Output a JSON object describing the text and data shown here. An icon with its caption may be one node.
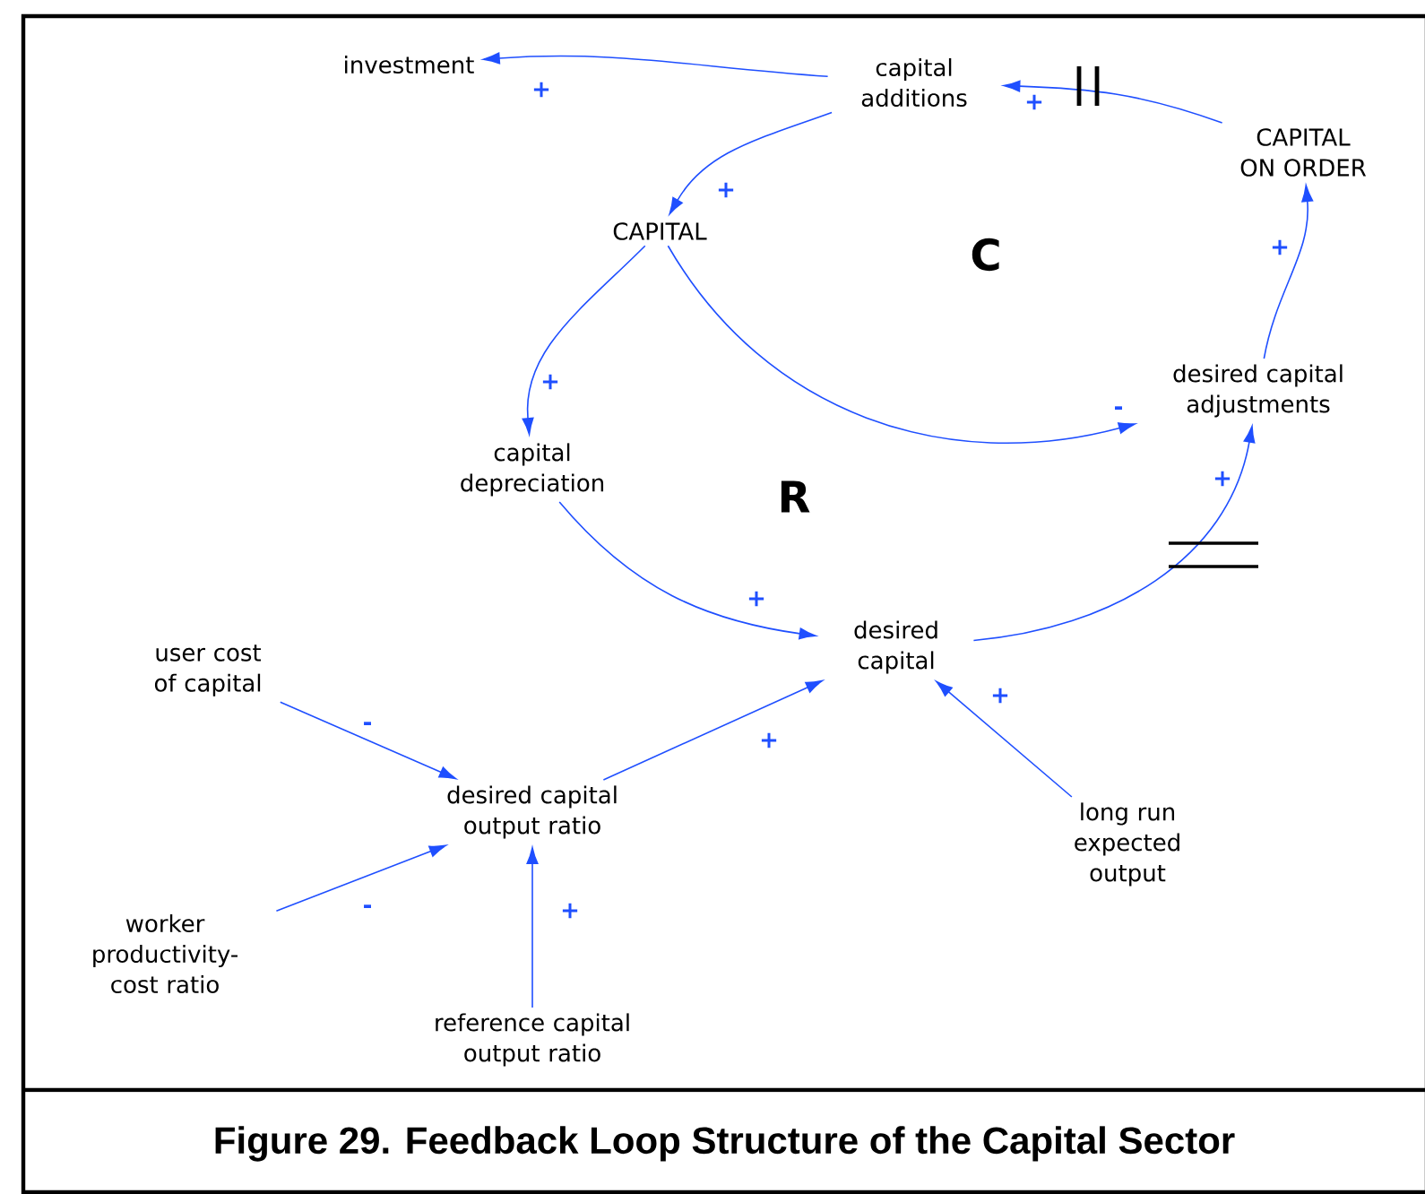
{
  "diagram": {
    "caption": "Figure 29.  Feedback Loop Structure of the Capital Sector",
    "nodes": [
      {
        "text": [
          "investment"
        ]
      },
      {
        "text": [
          "capital additions"
        ]
      },
      {
        "text": [
          "CAPITAL ON ORDER"
        ]
      },
      {
        "text": [
          "CAPITAL"
        ]
      },
      {
        "text": [
          "desired capital adjustments"
        ]
      },
      {
        "text": [
          "capital depreciation"
        ]
      },
      {
        "text": [
          "desired capital"
        ]
      },
      {
        "text": [
          "user cost of capital"
        ]
      },
      {
        "text": [
          "desired capital output ratio"
        ]
      },
      {
        "text": [
          "worker productivity-cost ratio"
        ]
      },
      {
        "text": [
          "long run expected output"
        ]
      },
      {
        "text": [
          "reference capital output ratio"
        ]
      }
    ],
    "edges": [
      {
        "from": 1,
        "to": 0,
        "arrow": "to",
        "label": "+"
      },
      {
        "from": 2,
        "to": 1,
        "arrow": "to",
        "label": "+"
      },
      {
        "from": 1,
        "to": 3,
        "arrow": "to",
        "label": "+"
      },
      {
        "from": 3,
        "to": 5,
        "arrow": "to",
        "label": "+"
      },
      {
        "from": 3,
        "to": 4,
        "arrow": "to",
        "label": "-"
      },
      {
        "from": 4,
        "to": 2,
        "arrow": "to",
        "label": "+"
      },
      {
        "from": 6,
        "to": 4,
        "arrow": "to",
        "label": "+"
      },
      {
        "from": 5,
        "to": 6,
        "arrow": "to",
        "label": "+"
      },
      {
        "from": 8,
        "to": 6,
        "arrow": "to",
        "label": "+"
      },
      {
        "from": 7,
        "to": 8,
        "arrow": "to",
        "label": "-"
      },
      {
        "from": 9,
        "to": 8,
        "arrow": "to",
        "label": "-"
      },
      {
        "from": 11,
        "to": 8,
        "arrow": "to",
        "label": "+"
      },
      {
        "from": 10,
        "to": 6,
        "arrow": "to",
        "label": "+"
      }
    ],
    "labels": [
      "C",
      "R"
    ]
  }
}
